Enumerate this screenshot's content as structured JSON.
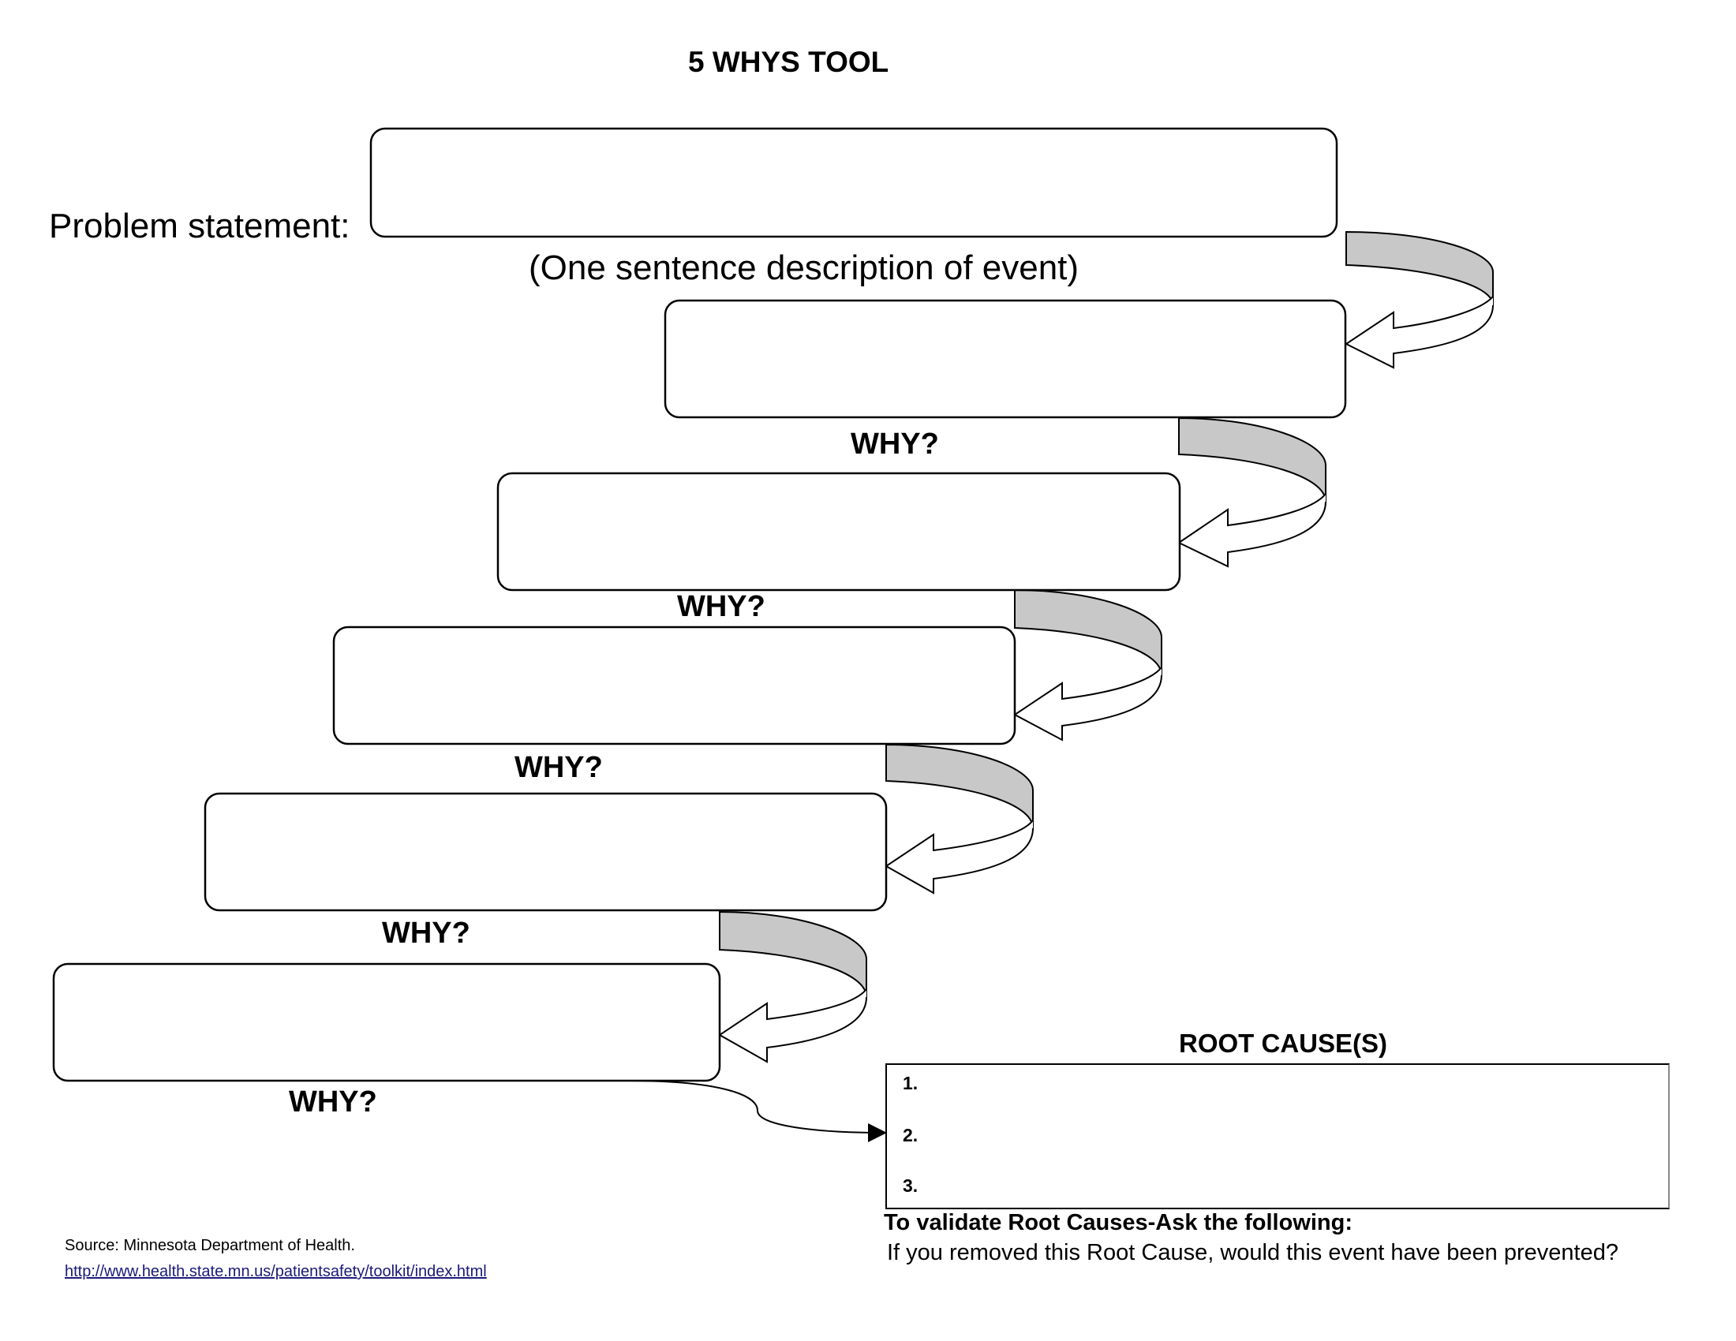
{
  "title": "5 WHYS TOOL",
  "problem_label": "Problem statement:",
  "problem_sub": "(One sentence description of event)",
  "why_label": "WHY?",
  "why_boxes": [
    {
      "label": "WHY?",
      "value": ""
    },
    {
      "label": "WHY?",
      "value": ""
    },
    {
      "label": "WHY?",
      "value": ""
    },
    {
      "label": "WHY?",
      "value": ""
    },
    {
      "label": "WHY?",
      "value": ""
    }
  ],
  "problem_value": "",
  "root_cause": {
    "title": "ROOT CAUSE(S)",
    "items": [
      "1.",
      "2.",
      "3."
    ]
  },
  "validate": {
    "title": "To validate Root Causes-Ask the following:",
    "question": "If you removed this Root Cause, would this event have been prevented?"
  },
  "source": {
    "text": "Source: Minnesota Department of Health.",
    "url": "http://www.health.state.mn.us/patientsafety/toolkit/index.html"
  },
  "colors": {
    "arrow_fill": "#c8c8c8",
    "stroke": "#000000"
  }
}
